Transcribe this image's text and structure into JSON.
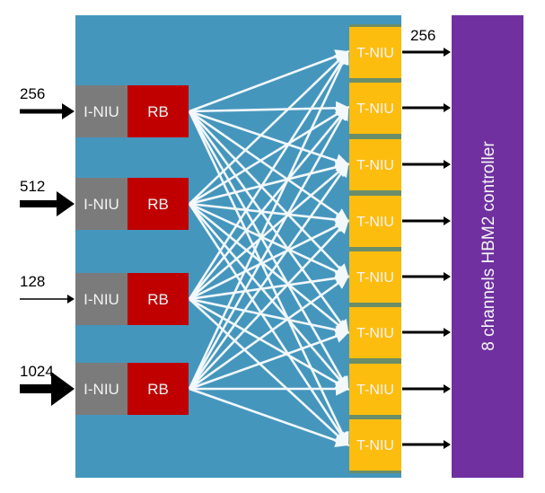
{
  "colors": {
    "background": "#ffffff",
    "fabric": "#4596bd",
    "iniu": "#7b7b7b",
    "rb": "#c00000",
    "tniu": "#fcbd0f",
    "tniu_separator": "#6b8e6a",
    "controller": "#7030a0",
    "links": "#f2f8fb",
    "arrows": "#000000"
  },
  "initiators": [
    {
      "bandwidth": "256",
      "iniu_label": "I-NIU",
      "rb_label": "RB",
      "arrow_weight": "medium"
    },
    {
      "bandwidth": "512",
      "iniu_label": "I-NIU",
      "rb_label": "RB",
      "arrow_weight": "heavy"
    },
    {
      "bandwidth": "128",
      "iniu_label": "I-NIU",
      "rb_label": "RB",
      "arrow_weight": "thin"
    },
    {
      "bandwidth": "1024",
      "iniu_label": "I-NIU",
      "rb_label": "RB",
      "arrow_weight": "heaviest"
    }
  ],
  "targets": [
    {
      "label": "T-NIU"
    },
    {
      "label": "T-NIU"
    },
    {
      "label": "T-NIU"
    },
    {
      "label": "T-NIU"
    },
    {
      "label": "T-NIU"
    },
    {
      "label": "T-NIU"
    },
    {
      "label": "T-NIU"
    },
    {
      "label": "T-NIU"
    }
  ],
  "output_bandwidth": "256",
  "controller": {
    "label": "8 channels HBM2 controller"
  }
}
